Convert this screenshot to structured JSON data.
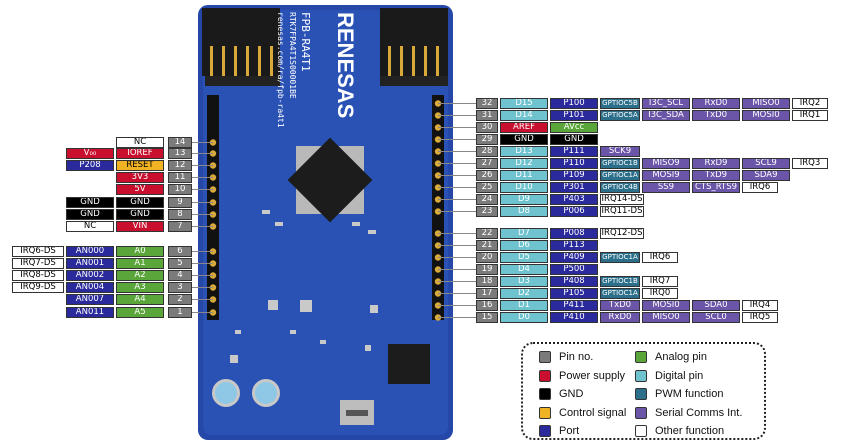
{
  "board": {
    "brand": "RENESAS",
    "model": "FPB-RA4T1",
    "part": "RTK7FPA4T1S00001BE",
    "url": "renesas.com/ra/fpb-ra4t1"
  },
  "colors": {
    "pin_no": "#7b7b7b",
    "power": "#c8102e",
    "gnd": "#000000",
    "control": "#f0b323",
    "port": "#2a2a9c",
    "analog": "#5aa63a",
    "digital": "#6fc3cf",
    "pwm": "#2b6f8a",
    "serial": "#6a55a8",
    "other": "#ffffff"
  },
  "left_header": [
    {
      "num": "14",
      "labels": [
        {
          "t": "NC",
          "c": "other"
        }
      ]
    },
    {
      "num": "13",
      "labels": [
        {
          "t": "V₀₀",
          "c": "power"
        },
        {
          "t": "IOREF",
          "c": "power"
        }
      ]
    },
    {
      "num": "12",
      "labels": [
        {
          "t": "P208",
          "c": "port"
        },
        {
          "t": "RESET",
          "c": "ctrl"
        }
      ]
    },
    {
      "num": "11",
      "labels": [
        {
          "t": "3V3",
          "c": "power"
        }
      ]
    },
    {
      "num": "10",
      "labels": [
        {
          "t": "5V",
          "c": "power"
        }
      ]
    },
    {
      "num": "9",
      "labels": [
        {
          "t": "GND",
          "c": "gnd"
        },
        {
          "t": "GND",
          "c": "gnd"
        }
      ]
    },
    {
      "num": "8",
      "labels": [
        {
          "t": "GND",
          "c": "gnd"
        },
        {
          "t": "GND",
          "c": "gnd"
        }
      ]
    },
    {
      "num": "7",
      "labels": [
        {
          "t": "NC",
          "c": "other"
        },
        {
          "t": "VIN",
          "c": "power"
        }
      ]
    },
    {
      "num": "6",
      "labels": [
        {
          "t": "IRQ6-DS",
          "c": "other"
        },
        {
          "t": "AN000",
          "c": "port"
        },
        {
          "t": "A0",
          "c": "analog"
        }
      ]
    },
    {
      "num": "5",
      "labels": [
        {
          "t": "IRQ7-DS",
          "c": "other"
        },
        {
          "t": "AN001",
          "c": "port"
        },
        {
          "t": "A1",
          "c": "analog"
        }
      ]
    },
    {
      "num": "4",
      "labels": [
        {
          "t": "IRQ8-DS",
          "c": "other"
        },
        {
          "t": "AN002",
          "c": "port"
        },
        {
          "t": "A2",
          "c": "analog"
        }
      ]
    },
    {
      "num": "3",
      "labels": [
        {
          "t": "IRQ9-DS",
          "c": "other"
        },
        {
          "t": "AN004",
          "c": "port"
        },
        {
          "t": "A3",
          "c": "analog"
        }
      ]
    },
    {
      "num": "2",
      "labels": [
        {
          "t": "AN007",
          "c": "port"
        },
        {
          "t": "A4",
          "c": "analog"
        }
      ]
    },
    {
      "num": "1",
      "labels": [
        {
          "t": "AN011",
          "c": "port"
        },
        {
          "t": "A5",
          "c": "analog"
        }
      ]
    }
  ],
  "right_header": [
    {
      "num": "32",
      "labels": [
        {
          "t": "D15",
          "c": "digital"
        },
        {
          "t": "P100",
          "c": "port"
        },
        {
          "t": "GPTIOC5B",
          "c": "pwm"
        },
        {
          "t": "I3C_SCL",
          "c": "serial"
        },
        {
          "t": "RxD0",
          "c": "serial"
        },
        {
          "t": "MISO0",
          "c": "serial"
        },
        {
          "t": "IRQ2",
          "c": "other"
        }
      ]
    },
    {
      "num": "31",
      "labels": [
        {
          "t": "D14",
          "c": "digital"
        },
        {
          "t": "P101",
          "c": "port"
        },
        {
          "t": "GPTIOC5A",
          "c": "pwm"
        },
        {
          "t": "I3C_SDA",
          "c": "serial"
        },
        {
          "t": "TxD0",
          "c": "serial"
        },
        {
          "t": "MOSI0",
          "c": "serial"
        },
        {
          "t": "IRQ1",
          "c": "other"
        }
      ]
    },
    {
      "num": "30",
      "labels": [
        {
          "t": "AREF",
          "c": "power"
        },
        {
          "t": "AVcc",
          "c": "analog"
        }
      ]
    },
    {
      "num": "29",
      "labels": [
        {
          "t": "GND",
          "c": "gnd"
        },
        {
          "t": "GND",
          "c": "gnd"
        }
      ]
    },
    {
      "num": "28",
      "labels": [
        {
          "t": "D13",
          "c": "digital"
        },
        {
          "t": "P111",
          "c": "port"
        },
        {
          "t": "SCK9",
          "c": "serial"
        }
      ]
    },
    {
      "num": "27",
      "labels": [
        {
          "t": "D12",
          "c": "digital"
        },
        {
          "t": "P110",
          "c": "port"
        },
        {
          "t": "GPTIOC1B",
          "c": "pwm"
        },
        {
          "t": "MISO9",
          "c": "serial"
        },
        {
          "t": "RxD9",
          "c": "serial"
        },
        {
          "t": "SCL9",
          "c": "serial"
        },
        {
          "t": "IRQ3",
          "c": "other"
        }
      ]
    },
    {
      "num": "26",
      "labels": [
        {
          "t": "D11",
          "c": "digital"
        },
        {
          "t": "P109",
          "c": "port"
        },
        {
          "t": "GPTIOC1A",
          "c": "pwm"
        },
        {
          "t": "MOSI9",
          "c": "serial"
        },
        {
          "t": "TxD9",
          "c": "serial"
        },
        {
          "t": "SDA9",
          "c": "serial"
        }
      ]
    },
    {
      "num": "25",
      "labels": [
        {
          "t": "D10",
          "c": "digital"
        },
        {
          "t": "P301",
          "c": "port"
        },
        {
          "t": "GPTIOC4B",
          "c": "pwm"
        },
        {
          "t": "SS9",
          "c": "serial"
        },
        {
          "t": "CTS_RTS9",
          "c": "serial"
        },
        {
          "t": "IRQ6",
          "c": "other"
        }
      ]
    },
    {
      "num": "24",
      "labels": [
        {
          "t": "D9",
          "c": "digital"
        },
        {
          "t": "P403",
          "c": "port"
        },
        {
          "t": "IRQ14-DS",
          "c": "other"
        }
      ]
    },
    {
      "num": "23",
      "labels": [
        {
          "t": "D8",
          "c": "digital"
        },
        {
          "t": "P006",
          "c": "port"
        },
        {
          "t": "IRQ11-DS",
          "c": "other"
        }
      ]
    },
    {
      "num": "22",
      "labels": [
        {
          "t": "D7",
          "c": "digital"
        },
        {
          "t": "P008",
          "c": "port"
        },
        {
          "t": "IRQ12-DS",
          "c": "other"
        }
      ]
    },
    {
      "num": "21",
      "labels": [
        {
          "t": "D6",
          "c": "digital"
        },
        {
          "t": "P113",
          "c": "port"
        }
      ]
    },
    {
      "num": "20",
      "labels": [
        {
          "t": "D5",
          "c": "digital"
        },
        {
          "t": "P409",
          "c": "port"
        },
        {
          "t": "GPTIOC1A",
          "c": "pwm"
        },
        {
          "t": "IRQ6",
          "c": "other"
        }
      ]
    },
    {
      "num": "19",
      "labels": [
        {
          "t": "D4",
          "c": "digital"
        },
        {
          "t": "P500",
          "c": "port"
        }
      ]
    },
    {
      "num": "18",
      "labels": [
        {
          "t": "D3",
          "c": "digital"
        },
        {
          "t": "P408",
          "c": "port"
        },
        {
          "t": "GPTIOC1B",
          "c": "pwm"
        },
        {
          "t": "IRQ7",
          "c": "other"
        }
      ]
    },
    {
      "num": "17",
      "labels": [
        {
          "t": "D2",
          "c": "digital"
        },
        {
          "t": "P105",
          "c": "port"
        },
        {
          "t": "GPTIOC1A",
          "c": "pwm"
        },
        {
          "t": "IRQ0",
          "c": "other"
        }
      ]
    },
    {
      "num": "16",
      "labels": [
        {
          "t": "D1",
          "c": "digital"
        },
        {
          "t": "P411",
          "c": "port"
        },
        {
          "t": "TxD0",
          "c": "serial"
        },
        {
          "t": "MOSI0",
          "c": "serial"
        },
        {
          "t": "SDA0",
          "c": "serial"
        },
        {
          "t": "IRQ4",
          "c": "other"
        }
      ]
    },
    {
      "num": "15",
      "labels": [
        {
          "t": "D0",
          "c": "digital"
        },
        {
          "t": "P410",
          "c": "port"
        },
        {
          "t": "RxD0",
          "c": "serial"
        },
        {
          "t": "MISO0",
          "c": "serial"
        },
        {
          "t": "SCL0",
          "c": "serial"
        },
        {
          "t": "IRQ5",
          "c": "other"
        }
      ]
    }
  ],
  "legend": [
    {
      "label": "Pin no.",
      "c": "num"
    },
    {
      "label": "Analog pin",
      "c": "analog"
    },
    {
      "label": "Power supply",
      "c": "power"
    },
    {
      "label": "Digital pin",
      "c": "digital"
    },
    {
      "label": "GND",
      "c": "gnd"
    },
    {
      "label": "PWM function",
      "c": "pwm"
    },
    {
      "label": "Control signal",
      "c": "ctrl"
    },
    {
      "label": "Serial Comms Int.",
      "c": "serial"
    },
    {
      "label": "Port",
      "c": "port"
    },
    {
      "label": "Other function",
      "c": "other"
    }
  ]
}
